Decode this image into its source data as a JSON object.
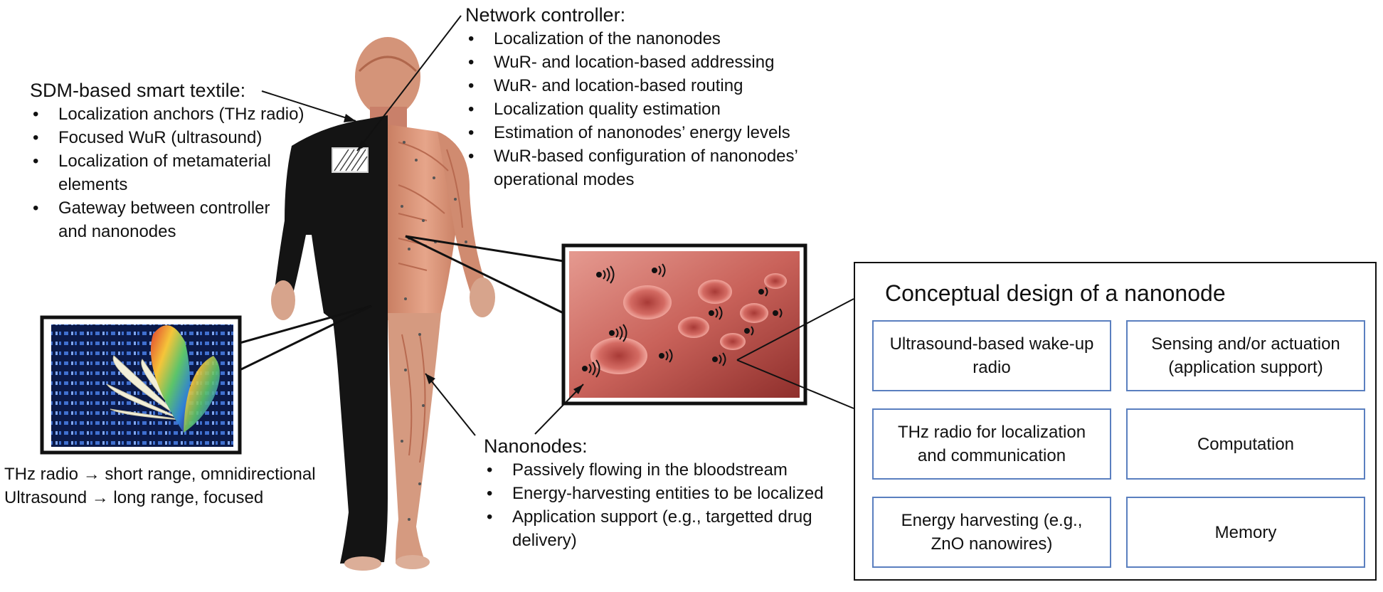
{
  "textile": {
    "title": "SDM-based smart textile:",
    "items": [
      "Localization anchors (THz radio)",
      "Focused WuR (ultrasound)",
      "Localization of metamaterial\nelements",
      "Gateway between controller\nand nanonodes"
    ]
  },
  "controller": {
    "title": "Network controller:",
    "items": [
      "Localization of the nanonodes",
      "WuR- and location-based addressing",
      "WuR- and location-based routing",
      "Localization quality estimation",
      "Estimation of nanonodes’ energy levels",
      "WuR-based configuration of nanonodes’\noperational modes"
    ]
  },
  "nanonodes": {
    "title": "Nanonodes:",
    "items": [
      "Passively flowing in the bloodstream",
      "Energy-harvesting entities to be localized",
      "Application support (e.g., targetted drug\ndelivery)"
    ]
  },
  "radio_legend": {
    "line1": "THz radio → short range, omnidirectional",
    "line2": "Ultrasound → long range, focused"
  },
  "concept": {
    "title": "Conceptual design of a nanonode",
    "components": [
      "Ultrasound-based wake-up\nradio",
      "Sensing and/or actuation\n(application support)",
      "THz radio for localization\nand communication",
      "Computation",
      "Energy harvesting (e.g.,\nZnO nanowires)",
      "Memory"
    ]
  },
  "colors": {
    "suit": "#141414",
    "muscle": "#d9957a",
    "muscle_dark": "#b8694f",
    "skin": "#e3b59c",
    "blood": "#c0504d",
    "box_border": "#5a7fbf"
  }
}
